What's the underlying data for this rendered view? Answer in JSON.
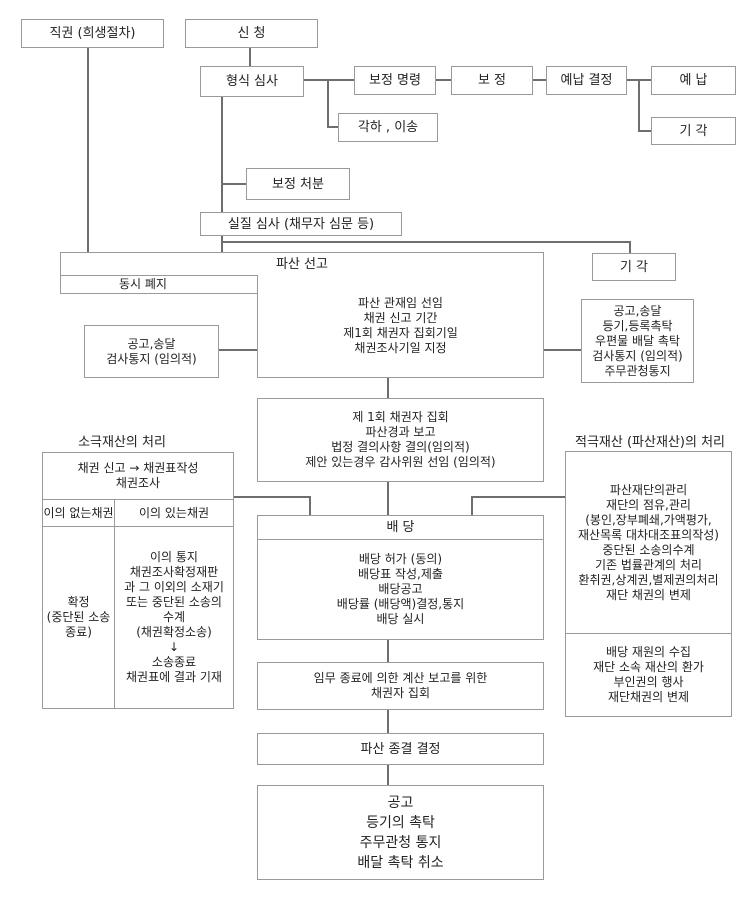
{
  "nodes": {
    "ex_officio": "직권 (희생절차)",
    "application": "신 청",
    "formal_review": "형식 심사",
    "correction_order": "보정 명령",
    "correction": "보 정",
    "prepay_decision": "예납 결정",
    "prepay": "예 납",
    "dismiss_top": "기 각",
    "reject_transfer": "각하 , 이송",
    "correction_disposition": "보정 처분",
    "substantive_review": "실질 심사 (채무자 심문 등)",
    "bankruptcy_declaration": "파산 선고",
    "dismiss_mid": "기 각",
    "simultaneous_abolition": "동시 폐지",
    "trustee_block": [
      "파산 관재임 선임",
      "채권 신고 기간",
      "제1회 채권자 집회기일",
      "채권조사기일 지정"
    ],
    "notice_left": [
      "공고,송달",
      "검사통지 (임의적)"
    ],
    "notice_right": [
      "공고,송달",
      "등기,등록촉탁",
      "우편물 배달 촉탁",
      "검사통지 (임의적)",
      "주무관청통지"
    ],
    "first_meeting": [
      "제 1회  채권자 집회",
      "파산경과 보고",
      "법정 결의사항 결의(임의적)",
      "제안 있는경우 감사위원 선임 (임의적)"
    ],
    "distribution": "배 당",
    "distribution_detail": [
      "배당 허가 (동의)",
      "배당표 작성,제출",
      "배당공고",
      "배당률 (배당액)결정,통지",
      "배당 실시"
    ],
    "final_meeting": [
      "임무 종료에 의한 계산 보고를 위한",
      "채권자 집회"
    ],
    "termination_decision": "파산 종결 결정",
    "final_actions": [
      "공고",
      "등기의 촉탁",
      "주무관청 통지",
      "배달 촉탁 취소"
    ]
  },
  "passive": {
    "title": "소극재산의 처리",
    "claim_report": [
      "채권 신고 → 채권표작성",
      "채권조사"
    ],
    "no_objection": "이의 없는채권",
    "with_objection": "이의 있는채권",
    "confirmed": [
      "확정",
      "(중단된 소송 종료)"
    ],
    "objection_detail": [
      "이의 통지",
      "채권조사확정재판",
      "과 그 이외의 소재기",
      "또는 중단된 소송의",
      "수계",
      "(채권확정소송)",
      "↓",
      "소송종료",
      "채권표에 결과 기재"
    ]
  },
  "active": {
    "title": "적극재산 (파산재산)의 처리",
    "management": [
      "파산재단의관리",
      "재단의 점유,관리",
      "(봉인,장부폐쇄,가액평가,",
      "재산목록 대차대조표의작성)",
      "중단된 소송의수계",
      "기존 법률관계의 처리",
      "환취권,상계권,별제권의처리",
      "재단 채권의 변제"
    ],
    "collection": [
      "배당 재원의 수집",
      "재단 소속 재산의 환가",
      "부인권의 행사",
      "재단채권의 변제"
    ]
  }
}
